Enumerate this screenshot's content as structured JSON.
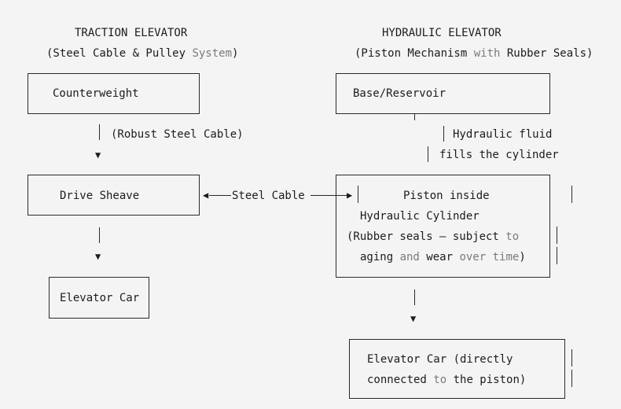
{
  "traction": {
    "title": "TRACTION ELEVATOR",
    "subtitle_a": "(Steel Cable & Pulley ",
    "subtitle_b": "System",
    "subtitle_c": ")",
    "counterweight": "Counterweight",
    "cable_note": "(Robust Steel Cable)",
    "drive_sheave": "Drive Sheave",
    "elevator_car": "Elevator Car"
  },
  "hydraulic": {
    "title": "HYDRAULIC ELEVATOR",
    "subtitle_a": "(Piston Mechanism ",
    "subtitle_b": "with",
    "subtitle_c": " Rubber Seals)",
    "reservoir": "Base/Reservoir",
    "fluid_line1": "Hydraulic fluid",
    "fluid_line2": "fills the cylinder",
    "piston_line1": "Piston inside",
    "piston_line2": "Hydraulic Cylinder",
    "piston_line3a": "(Rubber seals — subject ",
    "piston_line3b": "to",
    "piston_line4a": "aging ",
    "piston_line4b": "and",
    "piston_line4c": " wear ",
    "piston_line4d": "over time",
    "piston_line4e": ")",
    "car_line1": "Elevator Car (directly",
    "car_line2a": "connected ",
    "car_line2b": "to",
    "car_line2c": " the piston)"
  },
  "link": {
    "label": "Steel Cable"
  }
}
